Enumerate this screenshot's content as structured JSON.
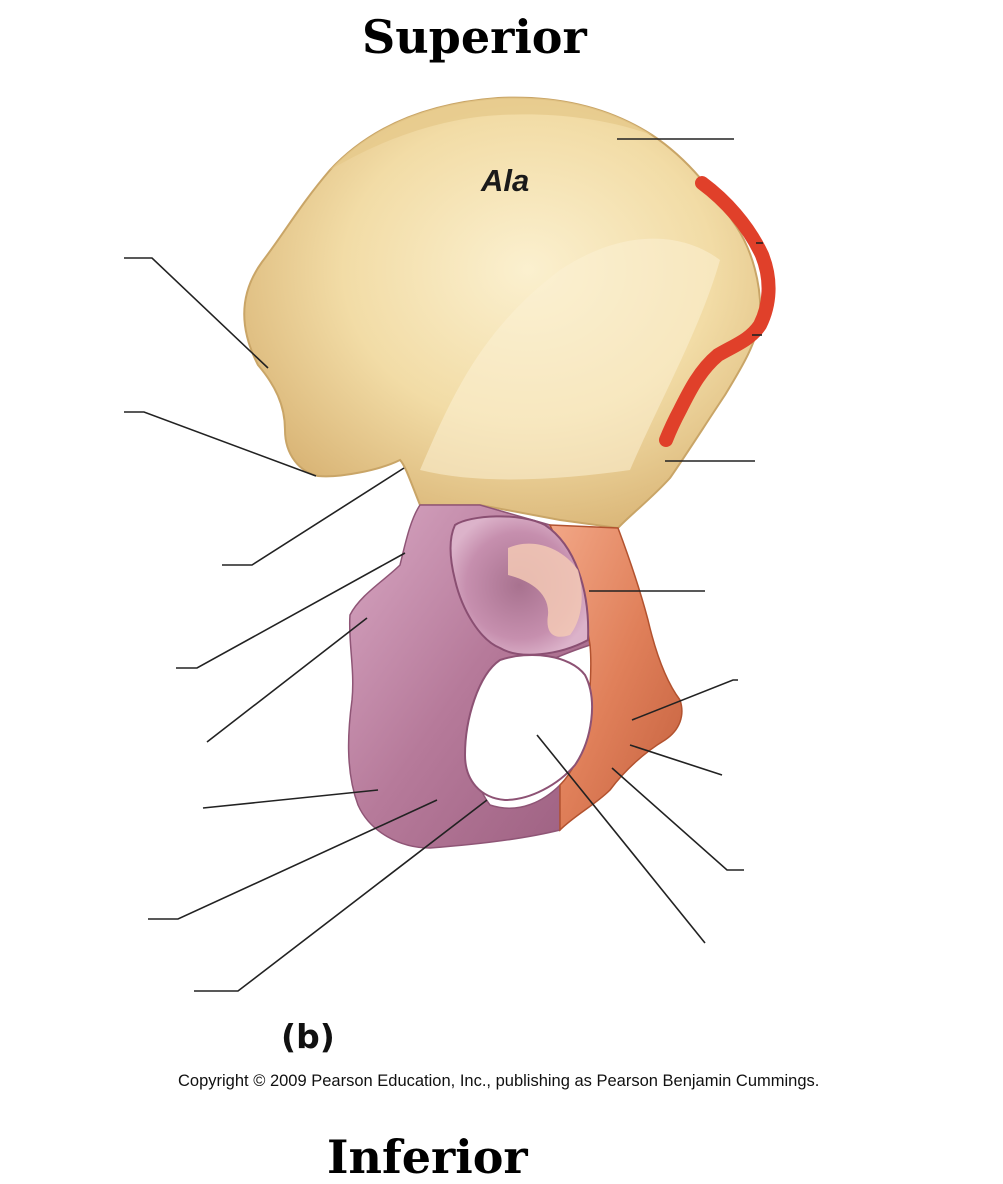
{
  "headings": {
    "top": "Superior",
    "bottom": "Inferior"
  },
  "figure": {
    "panel_letter": "(b)",
    "region_label": "Ala",
    "copyright": "Copyright © 2009 Pearson Education, Inc., publishing as Pearson Benjamin Cummings."
  },
  "colors": {
    "ilium": "#f0d9a0",
    "ischium": "#b97b9e",
    "pubis": "#e2825c",
    "highlight_marker": "#e0402a",
    "leader_lines": "#222222"
  }
}
